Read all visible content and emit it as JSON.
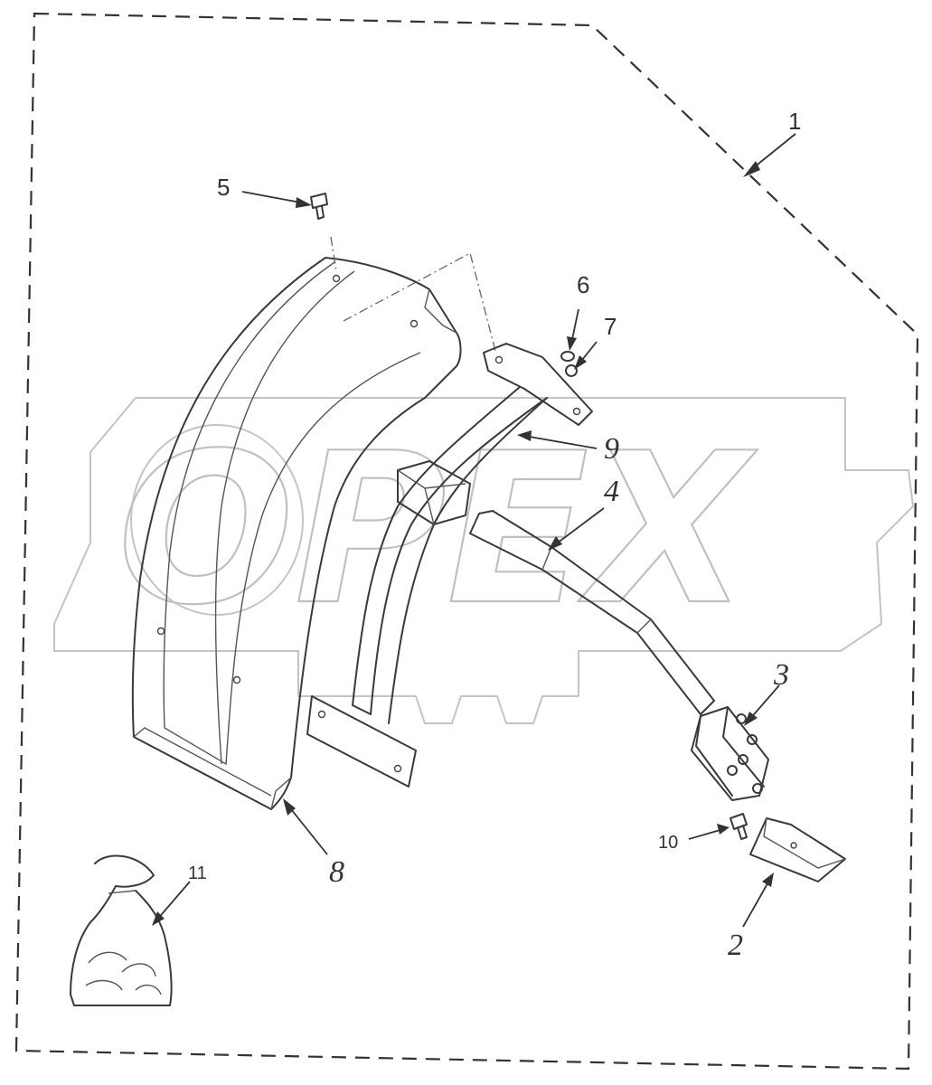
{
  "callouts": {
    "c1": "1",
    "c2": "2",
    "c3": "3",
    "c4": "4",
    "c5": "5",
    "c6": "6",
    "c7": "7",
    "c8": "8",
    "c9": "9",
    "c10": "10",
    "c11": "11"
  },
  "watermark": {
    "text": "OPEX"
  },
  "colors": {
    "line": "#3a3a3a",
    "watermark": "#c4c4c4",
    "background": "#ffffff"
  }
}
